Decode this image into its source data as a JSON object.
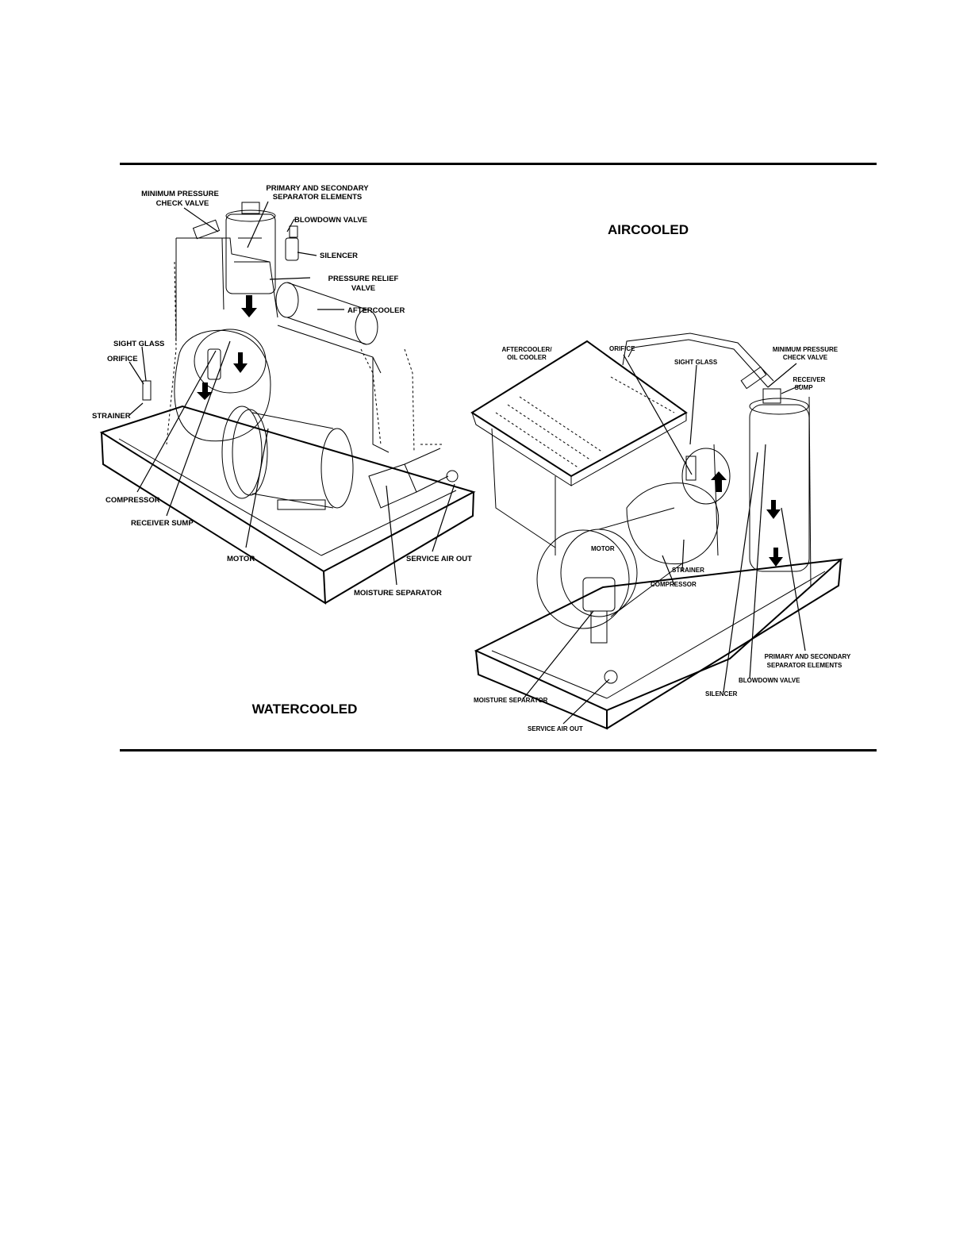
{
  "figure": {
    "watercooled": {
      "title": "WATERCOOLED",
      "labels": {
        "minimum_pressure_check_valve_1": "MINIMUM PRESSURE",
        "minimum_pressure_check_valve_2": "CHECK VALVE",
        "primary_secondary_1": "PRIMARY AND SECONDARY",
        "primary_secondary_2": "SEPARATOR ELEMENTS",
        "blowdown_valve": "BLOWDOWN VALVE",
        "silencer": "SILENCER",
        "pressure_relief_1": "PRESSURE RELIEF",
        "pressure_relief_2": "VALVE",
        "aftercooler": "AFTERCOOLER",
        "sight_glass": "SIGHT GLASS",
        "orifice": "ORIFICE",
        "strainer": "STRAINER",
        "compressor": "COMPRESSOR",
        "receiver_sump": "RECEIVER SUMP",
        "motor": "MOTOR",
        "service_air_out": "SERVICE AIR OUT",
        "moisture_separator": "MOISTURE SEPARATOR"
      }
    },
    "aircooled": {
      "title": "AIRCOOLED",
      "labels": {
        "aftercooler_1": "AFTERCOOLER/",
        "aftercooler_2": "OIL COOLER",
        "orifice": "ORIFICE",
        "sight_glass": "SIGHT GLASS",
        "minimum_pressure_1": "MINIMUM PRESSURE",
        "minimum_pressure_2": "CHECK VALVE",
        "receiver_1": "RECEIVER",
        "receiver_2": "SUMP",
        "motor": "MOTOR",
        "strainer": "STRAINER",
        "compressor": "COMPRESSOR",
        "primary_secondary_1": "PRIMARY AND SECONDARY",
        "primary_secondary_2": "SEPARATOR ELEMENTS",
        "blowdown_valve": "BLOWDOWN VALVE",
        "silencer": "SILENCER",
        "moisture_separator": "MOISTURE SEPARATOR",
        "service_air_out": "SERVICE AIR OUT"
      }
    }
  }
}
